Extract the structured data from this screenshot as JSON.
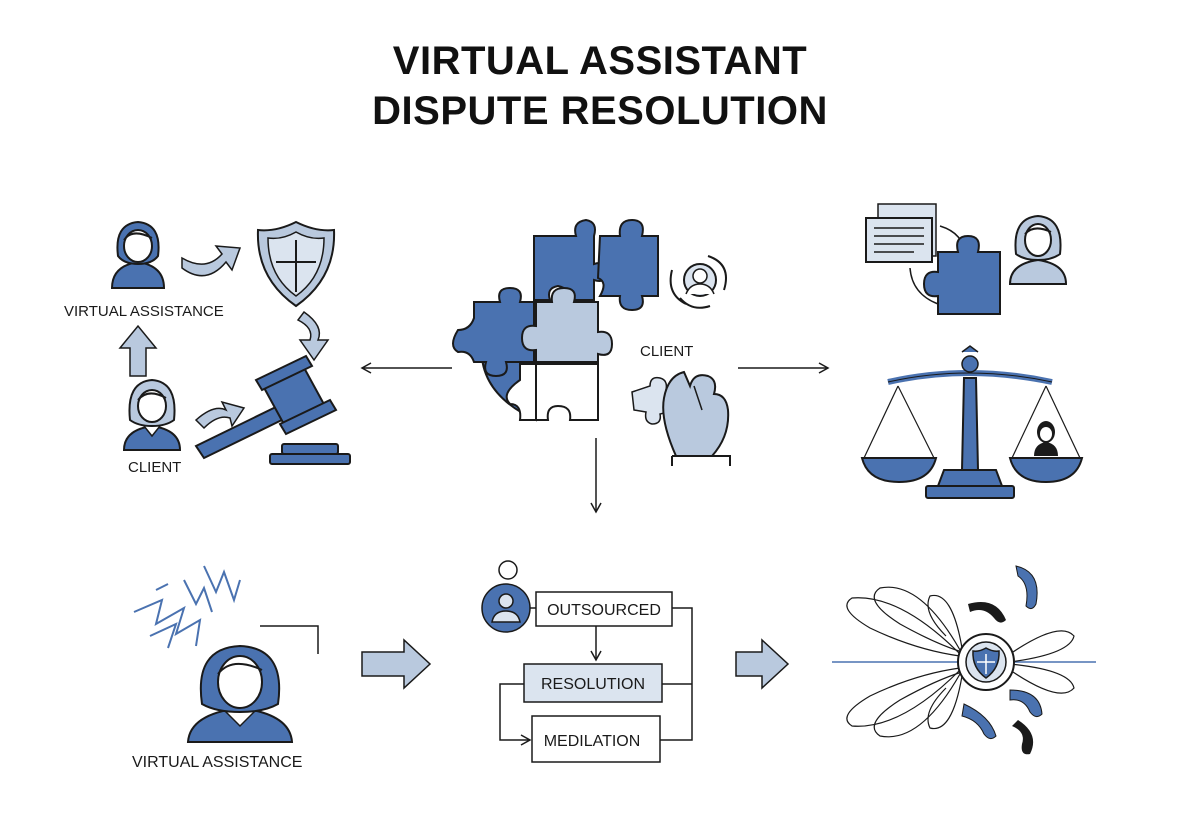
{
  "title": {
    "line1": "VIRTUAL ASSISTANT",
    "line2": "DISPUTE RESOLUTION"
  },
  "labels": {
    "virtual_assistance_top": "VIRTUAL ASSISTANCE",
    "client_left": "CLIENT",
    "client_center": "CLIENT",
    "virtual_assistance_bottom": "VIRTUAL ASSISTANCE"
  },
  "flow_boxes": {
    "outsourced": "OUTSOURCED",
    "resolution": "RESOLUTION",
    "medilation": "MEDILATION"
  },
  "colors": {
    "accent_blue": "#4a72b0",
    "light_blue": "#b9c9de",
    "pale_blue": "#dbe4ef",
    "outline": "#1a1a1a"
  },
  "icons": [
    "person-icon",
    "shield-icon",
    "gavel-icon",
    "puzzle-icon",
    "hand-icon",
    "document-icon",
    "scales-icon",
    "lightning-icon",
    "user-icon",
    "emblem-icon"
  ]
}
